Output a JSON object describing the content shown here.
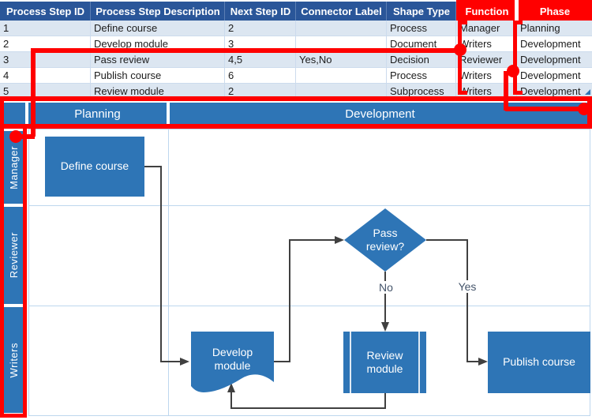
{
  "table": {
    "headers": [
      "Process Step ID",
      "Process Step Description",
      "Next Step ID",
      "Connector Label",
      "Shape Type",
      "Function",
      "Phase"
    ],
    "rows": [
      [
        "1",
        "Define course",
        "2",
        "",
        "Process",
        "Manager",
        "Planning"
      ],
      [
        "2",
        "Develop module",
        "3",
        "",
        "Document",
        "Writers",
        "Development"
      ],
      [
        "3",
        "Pass review",
        "4,5",
        "Yes,No",
        "Decision",
        "Reviewer",
        "Development"
      ],
      [
        "4",
        "Publish course",
        "6",
        "",
        "Process",
        "Writers",
        "Development"
      ],
      [
        "5",
        "Review module",
        "2",
        "",
        "Subprocess",
        "Writers",
        "Development"
      ]
    ]
  },
  "diagram": {
    "phases": [
      "Planning",
      "Development"
    ],
    "lanes": [
      "Manager",
      "Reviewer",
      "Writers"
    ],
    "shapes": {
      "define_course": "Define course",
      "develop_module": "Develop module",
      "pass_review": "Pass review?",
      "review_module": "Review module",
      "publish_course": "Publish course"
    },
    "connector_labels": {
      "no": "No",
      "yes": "Yes"
    }
  },
  "colors": {
    "annotation_red": "#FF0000",
    "header_blue": "#2A5699",
    "band_blue": "#DCE6F1",
    "shape_blue": "#2E75B6",
    "grid_blue": "#BDD7EE",
    "connector_gray": "#404040"
  }
}
